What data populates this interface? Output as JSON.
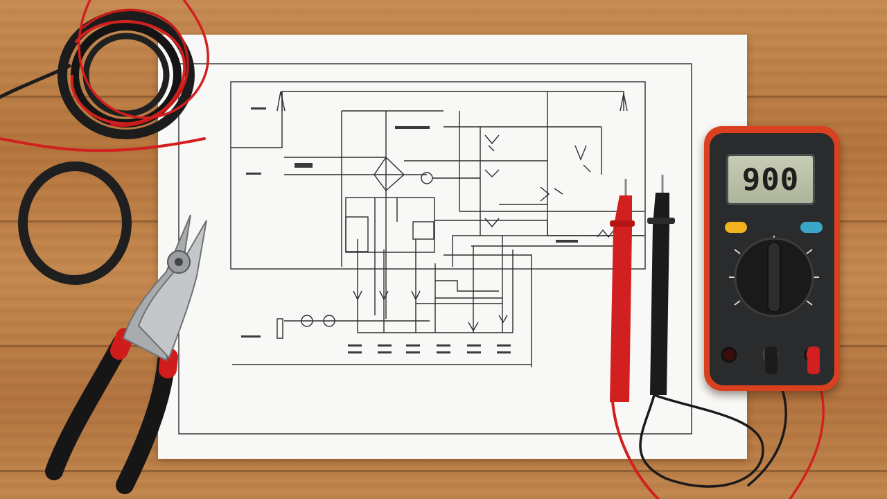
{
  "scene": {
    "description_type": "photo",
    "objects": [
      "wire-coil",
      "rubber-band",
      "pliers",
      "circuit-schematic-paper",
      "test-probe-red",
      "test-probe-black",
      "digital-multimeter"
    ]
  },
  "multimeter": {
    "display_value": "900",
    "body_color": "#d8401f",
    "button_left_color": "#f2b21c",
    "button_right_color": "#3aa6c8"
  },
  "colors": {
    "wood": "#c08448",
    "paper": "#f8f8f6",
    "ink": "#2c2c2c",
    "wire_red": "#d21f1f",
    "wire_black": "#1c1c1c"
  }
}
